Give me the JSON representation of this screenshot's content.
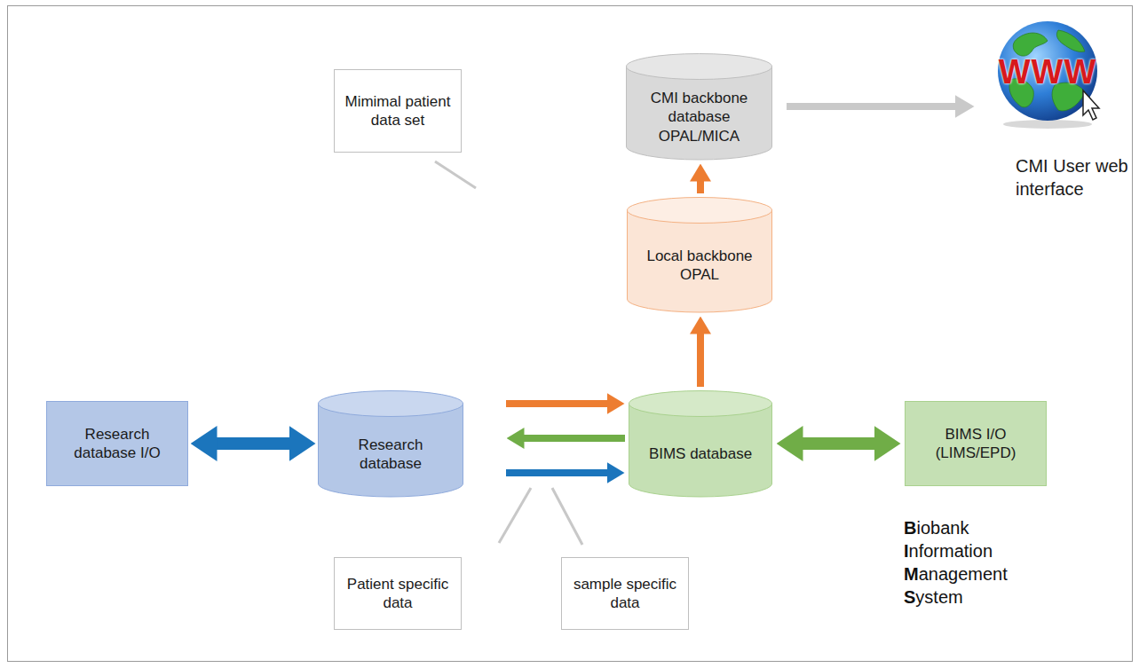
{
  "diagram": {
    "nodes": [
      {
        "text": [
          "Research database I/O"
        ]
      },
      {
        "text": [
          "Research database"
        ]
      },
      {
        "text": [
          "BIMS database"
        ]
      },
      {
        "text": [
          "BIMS I/O (LIMS/EPD)"
        ]
      },
      {
        "text": [
          "Local backbone OPAL"
        ]
      },
      {
        "text": [
          "CMI backbone database OPAL/MICA"
        ]
      },
      {
        "text": [
          "WWW",
          "CMI User web interface"
        ]
      },
      {
        "text": [
          "Mimimal patient data set"
        ]
      },
      {
        "text": [
          "Patient specific data"
        ]
      },
      {
        "text": [
          "sample specific data"
        ]
      }
    ],
    "edges": [
      {
        "from": 0,
        "to": 1,
        "arrow": "both"
      },
      {
        "from": 1,
        "to": 2,
        "arrow": "to"
      },
      {
        "from": 2,
        "to": 1,
        "arrow": "to"
      },
      {
        "from": 1,
        "to": 2,
        "arrow": "to"
      },
      {
        "from": 2,
        "to": 3,
        "arrow": "both"
      },
      {
        "from": 2,
        "to": 4,
        "arrow": "to"
      },
      {
        "from": 4,
        "to": 5,
        "arrow": "to"
      },
      {
        "from": 5,
        "to": 6,
        "arrow": "to"
      }
    ],
    "labels": [
      "Biobank Information Management System"
    ]
  }
}
